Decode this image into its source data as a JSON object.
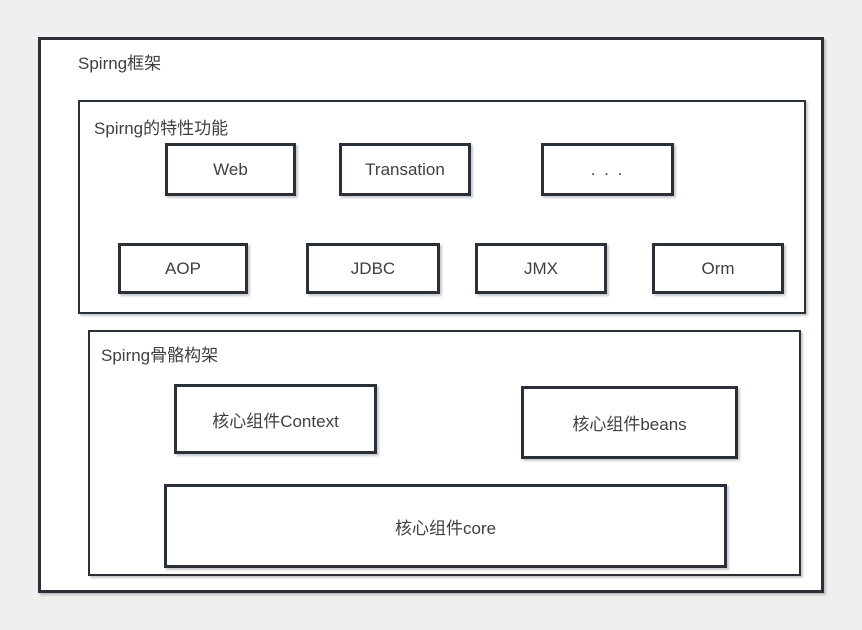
{
  "colors": {
    "page_background": "#efefef",
    "surface": "#ffffff",
    "border": "#2a303a",
    "text": "#3d3f42"
  },
  "outer": {
    "title": "Spirng框架"
  },
  "features": {
    "title": "Spirng的特性功能",
    "row1": [
      {
        "label": "Web"
      },
      {
        "label": "Transation"
      },
      {
        "label": ". . ."
      }
    ],
    "row2": [
      {
        "label": "AOP"
      },
      {
        "label": "JDBC"
      },
      {
        "label": "JMX"
      },
      {
        "label": "Orm"
      }
    ]
  },
  "skeleton": {
    "title": "Spirng骨骼构架",
    "boxes": [
      {
        "label": "核心组件Context"
      },
      {
        "label": "核心组件beans"
      },
      {
        "label": "核心组件core"
      }
    ]
  }
}
